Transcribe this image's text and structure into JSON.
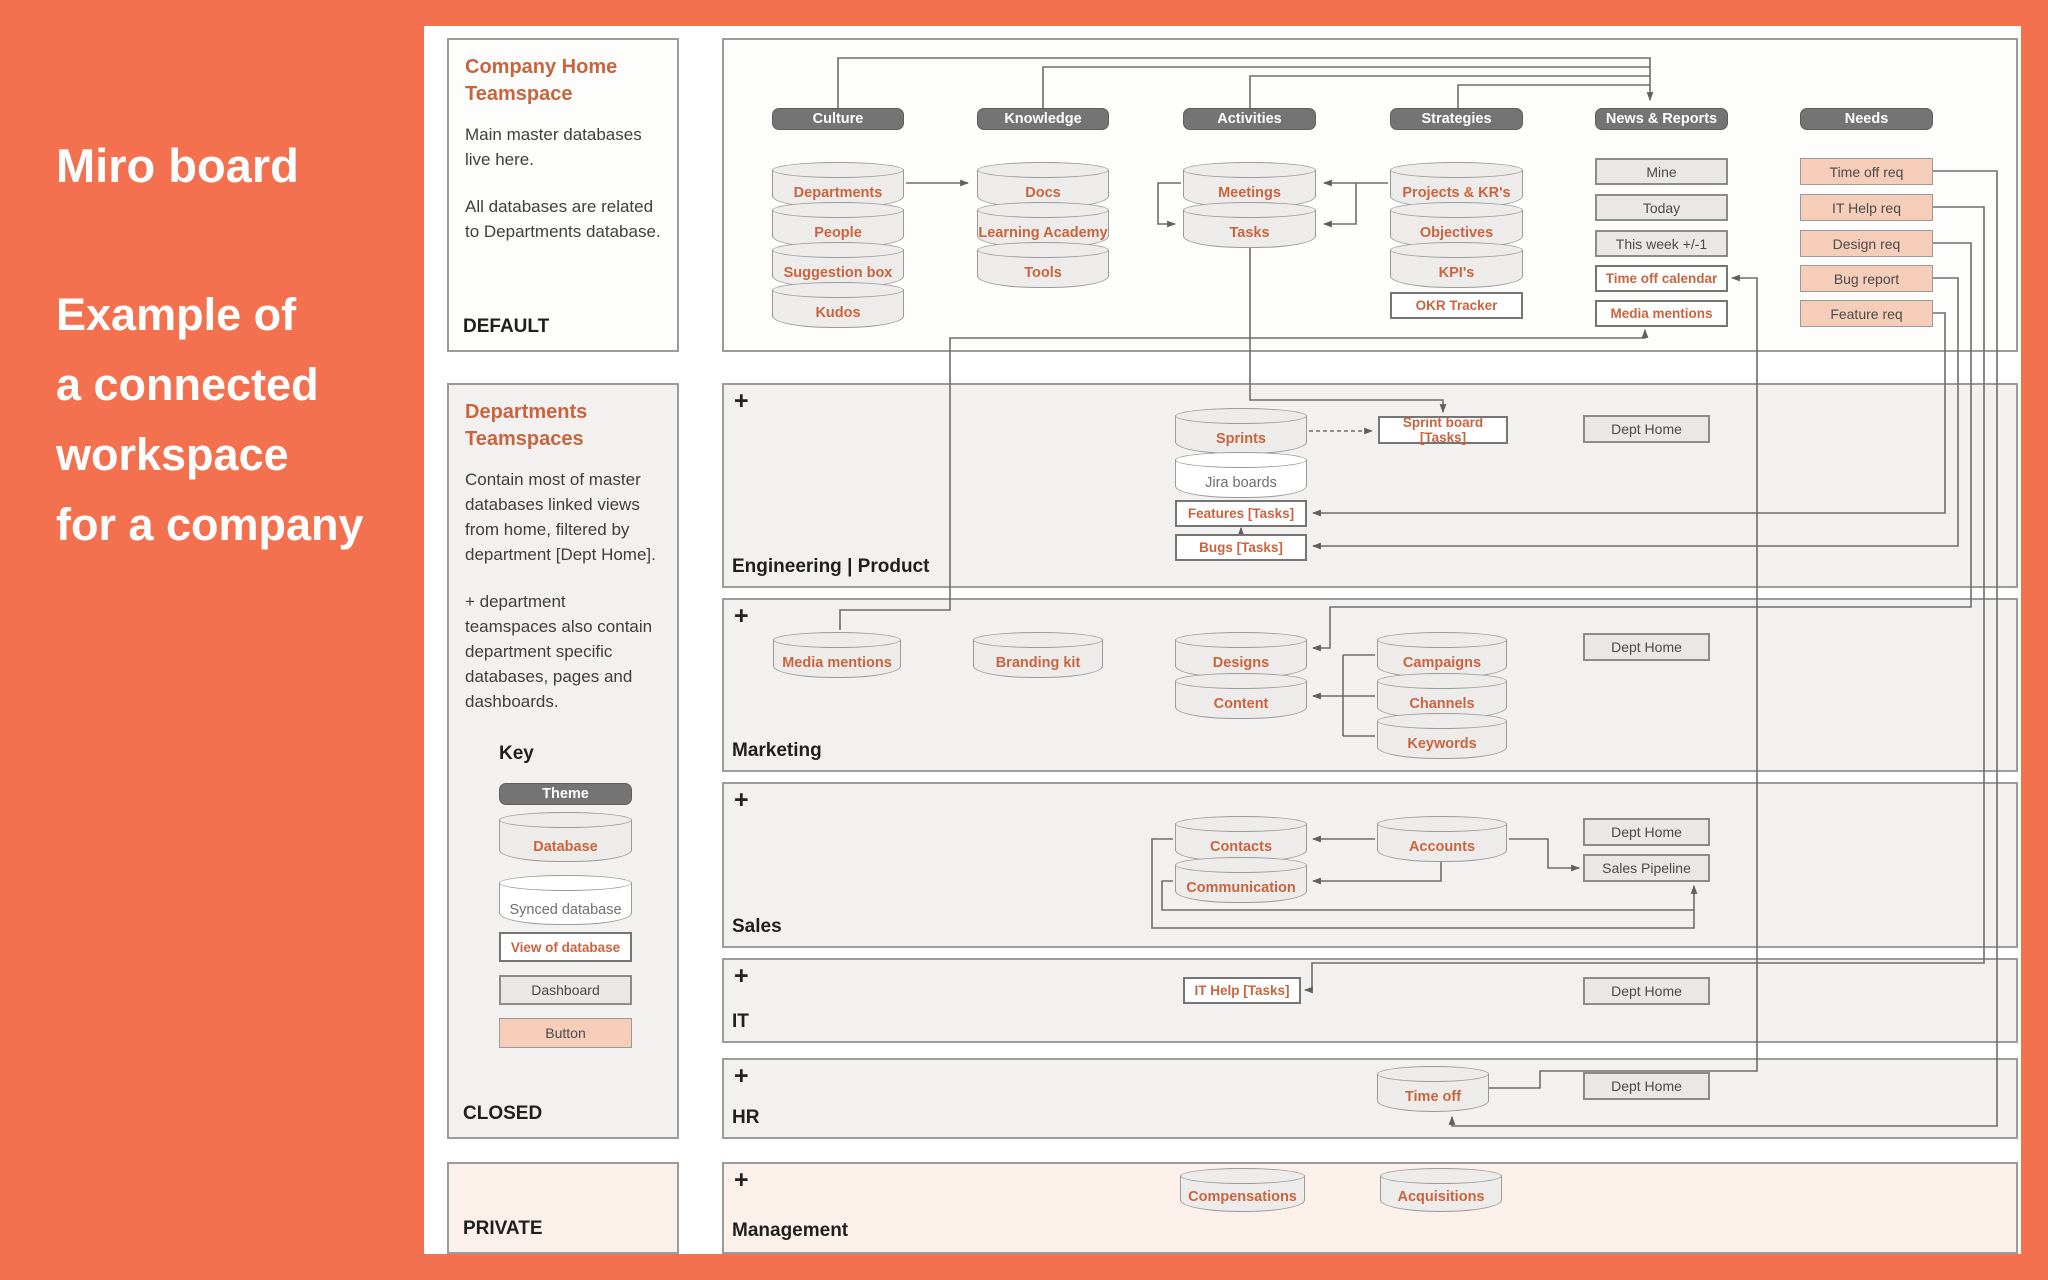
{
  "caption": {
    "title": "Miro board",
    "lines": [
      "Example of",
      "a connected",
      "workspace",
      "for a company"
    ]
  },
  "ui": {
    "plus": "+"
  },
  "colors": {
    "background": "#F4714F",
    "accent_text": "#C9643F",
    "theme_pill": "#747474",
    "button_fill": "#F6CDB9",
    "private_fill": "#FCF0EA"
  },
  "sidebar": {
    "company_home": {
      "title": "Company Home Teamspace",
      "body1": "Main master databases live here.",
      "body2": "All databases are related to Departments database.",
      "footer": "DEFAULT"
    },
    "departments": {
      "title": "Departments Teamspaces",
      "body1": "Contain most of master databases linked views from home, filtered by department [Dept Home].",
      "body2": "+ department teamspaces also contain department specific databases, pages and dashboards.",
      "key": {
        "title": "Key",
        "theme": "Theme",
        "database": "Database",
        "synced": "Synced database",
        "view": "View of database",
        "dashboard": "Dashboard",
        "button": "Button"
      },
      "footer": "CLOSED"
    },
    "private": {
      "footer": "PRIVATE"
    }
  },
  "home": {
    "themes": {
      "culture": "Culture",
      "knowledge": "Knowledge",
      "activities": "Activities",
      "strategies": "Strategies",
      "news": "News & Reports",
      "needs": "Needs"
    },
    "culture": [
      "Departments",
      "People",
      "Suggestion box",
      "Kudos"
    ],
    "knowledge": [
      "Docs",
      "Learning Academy",
      "Tools"
    ],
    "activities": [
      "Meetings",
      "Tasks"
    ],
    "strategies": [
      "Projects & KR's",
      "Objectives",
      "KPI's"
    ],
    "strategies_view": "OKR Tracker",
    "news_dash": [
      "Mine",
      "Today",
      "This week +/-1"
    ],
    "news_views": [
      "Time off calendar",
      "Media mentions"
    ],
    "needs": [
      "Time off req",
      "IT Help req",
      "Design req",
      "Bug report",
      "Feature req"
    ]
  },
  "rows": {
    "engineering": {
      "label": "Engineering | Product",
      "sprints": "Sprints",
      "jira": "Jira boards",
      "features": "Features [Tasks]",
      "bugs": "Bugs [Tasks]",
      "sprint_board": "Sprint board [Tasks]",
      "dept_home": "Dept Home"
    },
    "marketing": {
      "label": "Marketing",
      "media": "Media mentions",
      "branding": "Branding kit",
      "designs": "Designs",
      "content": "Content",
      "campaigns": "Campaigns",
      "channels": "Channels",
      "keywords": "Keywords",
      "dept_home": "Dept Home"
    },
    "sales": {
      "label": "Sales",
      "contacts": "Contacts",
      "communication": "Communication",
      "accounts": "Accounts",
      "dept_home": "Dept Home",
      "pipeline": "Sales Pipeline"
    },
    "it": {
      "label": "IT",
      "it_help": "IT Help [Tasks]",
      "dept_home": "Dept Home"
    },
    "hr": {
      "label": "HR",
      "time_off": "Time off",
      "dept_home": "Dept Home"
    },
    "management": {
      "label": "Management",
      "compensations": "Compensations",
      "acquisitions": "Acquisitions"
    }
  }
}
